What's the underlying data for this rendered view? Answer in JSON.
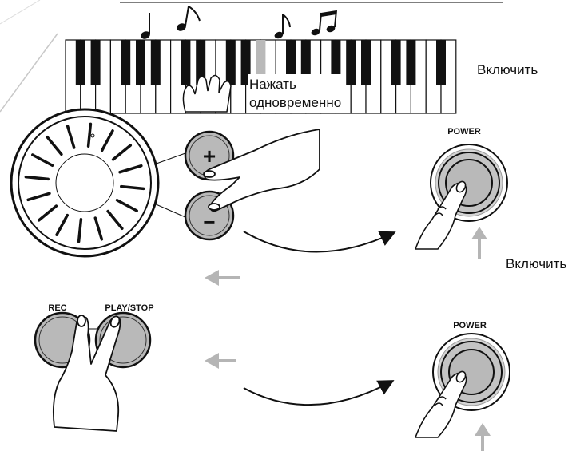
{
  "labels": {
    "power_on_top": "Включить",
    "power_on_bottom": "Включить",
    "press_line1": "Нажать",
    "press_line2": "одновременно"
  },
  "buttons": {
    "plus": "+",
    "minus": "−",
    "power_top": "POWER",
    "power_bottom": "POWER",
    "rec": "REC",
    "play_stop": "PLAY/STOP"
  },
  "icons": [
    "quarter-note-icon",
    "eighth-note-icon",
    "eighth-note-icon",
    "beamed-notes-icon",
    "finger-icon",
    "curved-arrow-icon",
    "left-arrow-icon",
    "up-arrow-icon"
  ],
  "colors": {
    "button_fill": "#b9b9b9",
    "outline": "#111111",
    "arrow_gray": "#b5b5b5"
  }
}
